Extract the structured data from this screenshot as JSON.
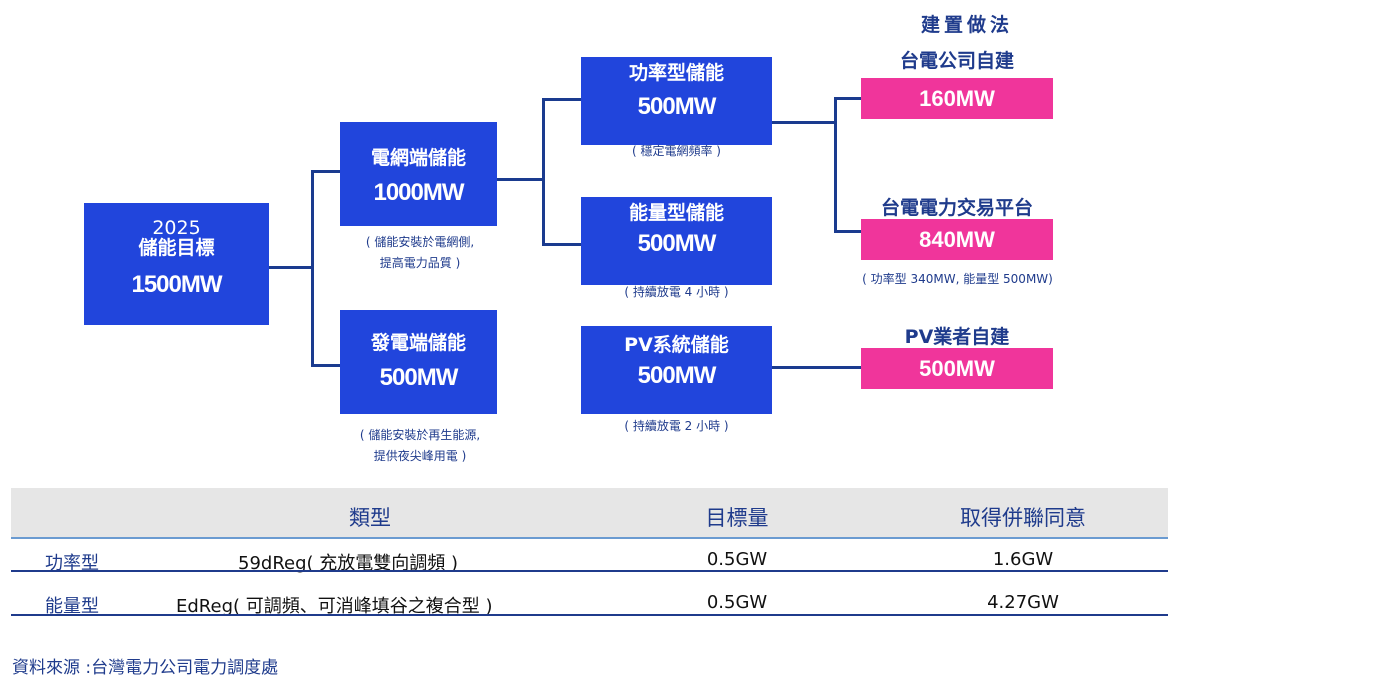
{
  "diagram": {
    "header": "建置做法",
    "root": {
      "year": "2025",
      "label": "儲能目標",
      "value": "1500MW"
    },
    "grid": {
      "label": "電網端儲能",
      "value": "1000MW",
      "caption": [
        "( 儲能安裝於電網側,",
        "提高電力品質 )"
      ]
    },
    "gen": {
      "label": "發電端儲能",
      "value": "500MW",
      "caption": [
        "( 儲能安裝於再生能源,",
        "提供夜尖峰用電 )"
      ]
    },
    "power": {
      "label": "功率型儲能",
      "value": "500MW",
      "caption": "( 穩定電網頻率 )"
    },
    "energy": {
      "label": "能量型儲能",
      "value": "500MW",
      "caption": "( 持續放電 4 小時 )"
    },
    "pv": {
      "label": "PV系統儲能",
      "value": "500MW",
      "caption": "( 持續放電 2 小時 )"
    },
    "build1": {
      "title": "台電公司自建",
      "value": "160MW"
    },
    "build2": {
      "title": "台電電力交易平台",
      "value": "840MW",
      "caption": "( 功率型 340MW, 能量型 500MW)"
    },
    "build3": {
      "title": "PV業者自建",
      "value": "500MW"
    },
    "colors": {
      "box": "#2145dc",
      "pink": "#f0359b",
      "line": "#1a3b8f"
    }
  },
  "table": {
    "headers": [
      "類型",
      "目標量",
      "取得併聯同意"
    ],
    "rows": [
      [
        "功率型",
        "59dReg( 充放電雙向調頻 )",
        "0.5GW",
        "1.6GW"
      ],
      [
        "能量型",
        "EdReg( 可調頻、可消峰填谷之複合型 )",
        "0.5GW",
        "4.27GW"
      ]
    ]
  },
  "source": "資料來源 :台灣電力公司電力調度處"
}
